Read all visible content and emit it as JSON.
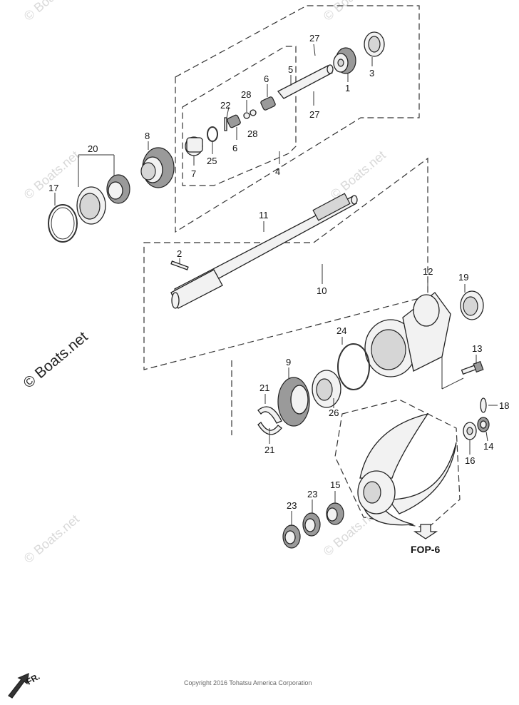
{
  "diagram": {
    "watermarks": [
      "© Boats.net",
      "© Boats.net",
      "© Boats.net",
      "© Boats.net",
      "© Boats.net",
      "© Boats.net"
    ],
    "main_watermark": "© Boats.net",
    "copyright": "Copyright 2016 Tohatsu America Corporation",
    "fop_label": "FOP-6",
    "fr_label": "FR.",
    "labels": {
      "p1": "1",
      "p2": "2",
      "p3": "3",
      "p4": "4",
      "p5": "5",
      "p6a": "6",
      "p6b": "6",
      "p7": "7",
      "p8": "8",
      "p9": "9",
      "p10": "10",
      "p11": "11",
      "p12": "12",
      "p13": "13",
      "p14": "14",
      "p15": "15",
      "p16": "16",
      "p17": "17",
      "p18": "18",
      "p19": "19",
      "p20": "20",
      "p21a": "21",
      "p21b": "21",
      "p22": "22",
      "p23a": "23",
      "p23b": "23",
      "p24": "24",
      "p25": "25",
      "p26": "26",
      "p27a": "27",
      "p27b": "27",
      "p28a": "28",
      "p28b": "28"
    }
  }
}
